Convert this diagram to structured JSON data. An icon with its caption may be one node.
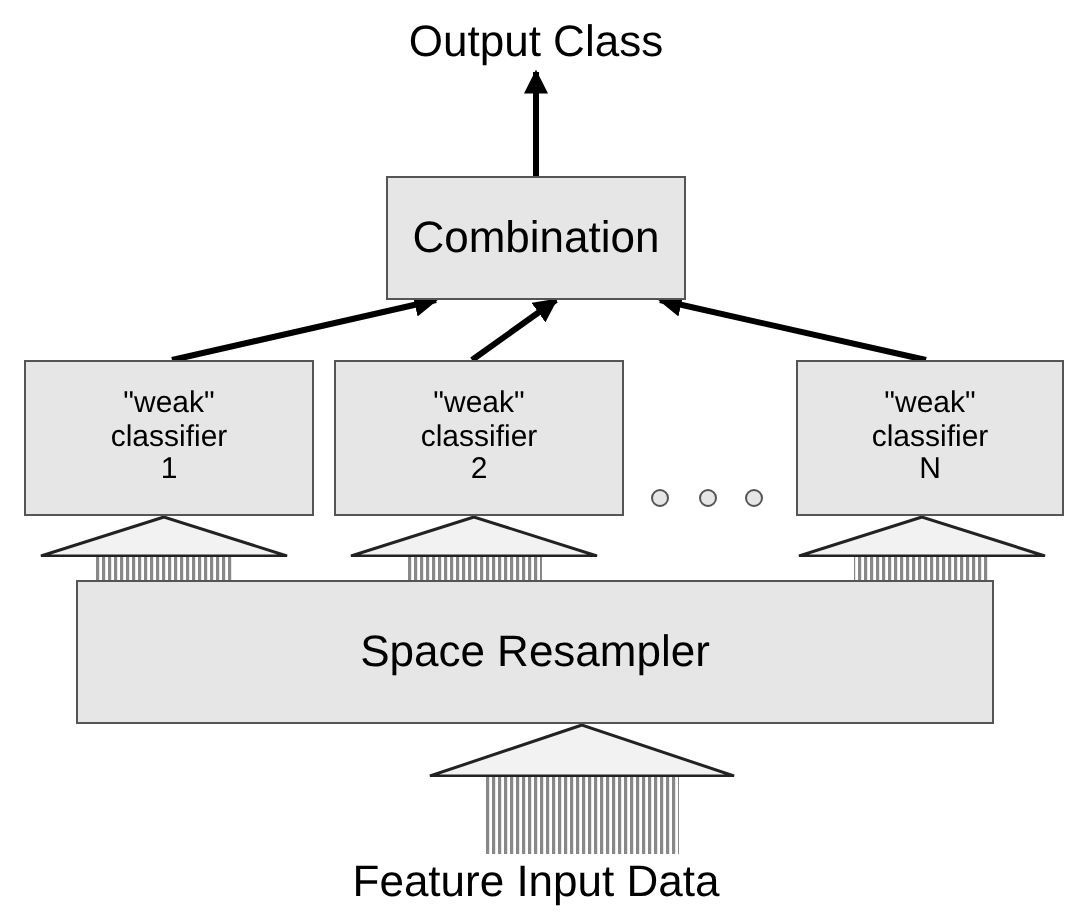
{
  "diagram": {
    "nodes": [
      {
        "text": [
          "Output Class"
        ]
      },
      {
        "text": [
          "Combination"
        ]
      },
      {
        "text": [
          "\"weak\" classifier 1"
        ]
      },
      {
        "text": [
          "\"weak\" classifier 2"
        ]
      },
      {
        "text": [
          "\"weak\" classifier N"
        ]
      },
      {
        "text": [
          "Space Resampler"
        ]
      },
      {
        "text": [
          "Feature Input Data"
        ]
      }
    ],
    "edges": [
      {
        "from": 1,
        "to": 0,
        "arrow": "to"
      },
      {
        "from": 2,
        "to": 1,
        "arrow": "to"
      },
      {
        "from": 3,
        "to": 1,
        "arrow": "to"
      },
      {
        "from": 4,
        "to": 1,
        "arrow": "to"
      },
      {
        "from": 5,
        "to": 2,
        "arrow": "to",
        "style": "thick"
      },
      {
        "from": 5,
        "to": 3,
        "arrow": "to",
        "style": "thick"
      },
      {
        "from": 5,
        "to": 4,
        "arrow": "to",
        "style": "thick"
      },
      {
        "from": 6,
        "to": 5,
        "arrow": "to",
        "style": "thick"
      }
    ]
  }
}
